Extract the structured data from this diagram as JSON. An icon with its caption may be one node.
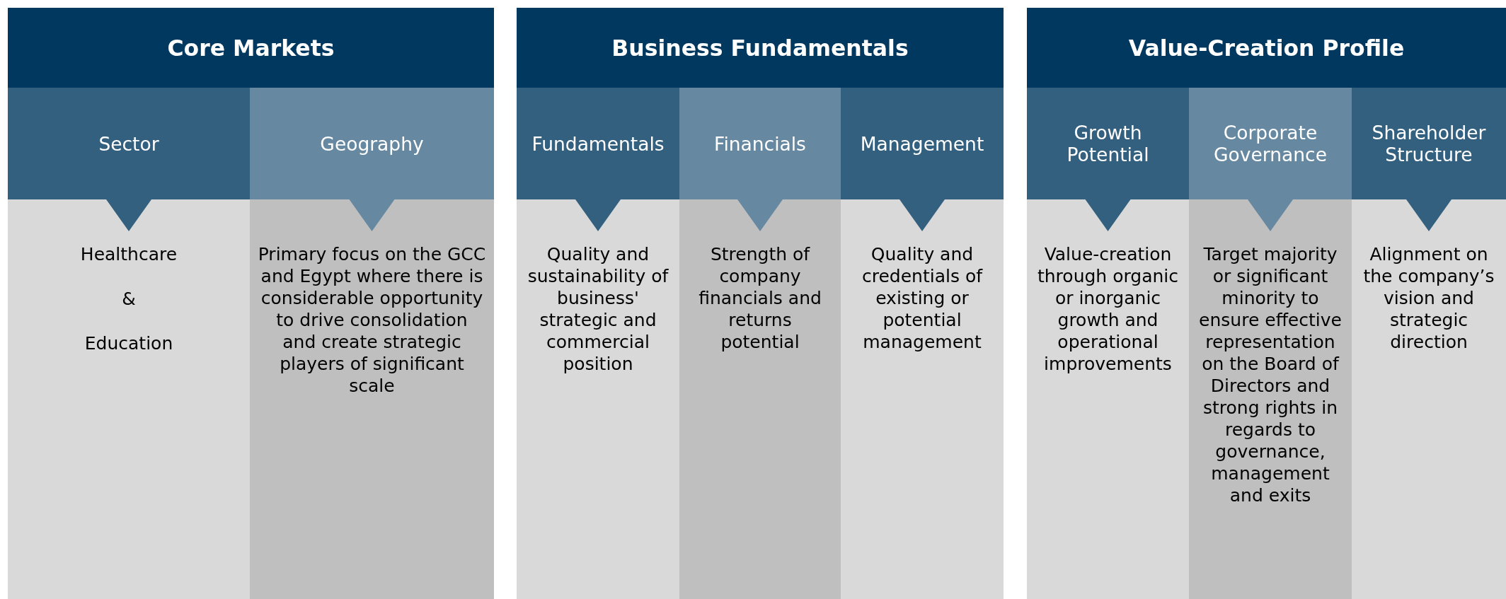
{
  "diagram": {
    "nodes": [
      {
        "text": [
          "Core Markets"
        ]
      },
      {
        "text": [
          "Sector",
          "Healthcare",
          "&",
          "Education"
        ],
        "in": 0
      },
      {
        "text": [
          "Geography",
          "Primary focus on the GCC and Egypt where there is considerable opportunity to drive consolidation and create strategic players of significant scale"
        ],
        "in": 0
      },
      {
        "text": [
          "Business Fundamentals"
        ]
      },
      {
        "text": [
          "Fundamentals",
          "Quality and sustainability of business' strategic and commercial position"
        ],
        "in": 3
      },
      {
        "text": [
          "Financials",
          "Strength of company financials and returns potential"
        ],
        "in": 3
      },
      {
        "text": [
          "Management",
          "Quality and credentials of existing or potential management"
        ],
        "in": 3
      },
      {
        "text": [
          "Value-Creation Profile"
        ]
      },
      {
        "text": [
          "Growth Potential",
          "Value-creation through organic or inorganic growth and operational improvements"
        ],
        "in": 7
      },
      {
        "text": [
          "Corporate Governance",
          "Target majority or significant minority to ensure effective representation on the Board of Directors and strong rights in regards to governance, management and exits"
        ],
        "in": 7
      },
      {
        "text": [
          "Shareholder Structure",
          "Alignment on the company’s vision and strategic direction"
        ],
        "in": 7
      }
    ]
  }
}
